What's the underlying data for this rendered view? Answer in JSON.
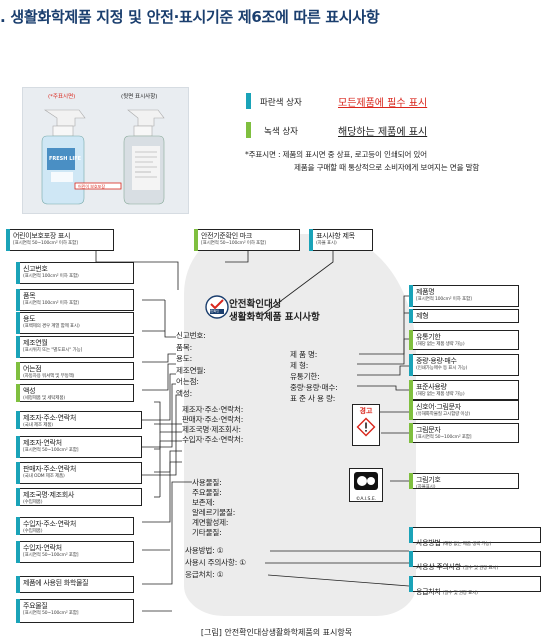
{
  "title": ". 생활화학제품 지정 및 안전·표시기준 제6조에 따른 표시사항",
  "photo": {
    "front_caption": "(*주표시면)",
    "back_caption": "(뒷면 표시사항)",
    "bottle_brand": "FRESH LIFE",
    "sticker": "어린이 보호포장"
  },
  "legend": {
    "blue_label": "파란색 상자",
    "blue_text": "모든제품에 필수 표시",
    "green_label": "녹색 상자",
    "green_text": "해당하는 제품에 표시",
    "note_line1": "*주표시면 : 제품의 표시면 중 상표, 로고등이 인쇄되어 있어",
    "note_line2": "제품을 구매할 때 통상적으로 소비자에게 보여지는 면을 말함"
  },
  "colors": {
    "blue_box": "#1aa3b8",
    "green_box": "#7fbf3f",
    "red_text": "#d9261c",
    "title": "#1a3e6e"
  },
  "top_boxes": {
    "child_pack": {
      "title": "어린이보호포장 표시",
      "sub": "[표시면적 50~100cm² 이하 포함]"
    },
    "mark": {
      "title": "안전기준확인 마크",
      "sub": "[표시면적 50~100cm² 이하 포함]"
    },
    "heading": {
      "title": "표시사항 제목",
      "sub": "(자율 표시)"
    }
  },
  "left_boxes": [
    {
      "title": "신고번호",
      "sub": "(표시면적 100cm² 이하 포함)"
    },
    {
      "title": "품목",
      "sub": "[표시면적 100cm² 이하 포함]"
    },
    {
      "title": "용도",
      "sub": "(표백제의 경우 계열 함께 표시)"
    },
    {
      "title": "제조연월",
      "sub": "[표시위치 또는 \"별도표시\" 가능]"
    },
    {
      "title": "어는점",
      "sub": "(자동차용 워셔액 및 부동액)"
    },
    {
      "title": "액성",
      "sub": "(세정제품 및 세탁제품)"
    },
    {
      "title": "제조자·주소·연락처",
      "sub": "(국내 제조 제품)"
    },
    {
      "title": "제조자·연락처",
      "sub": "[표시면적 50~100cm² 포함]"
    },
    {
      "title": "판매자·주소·연락처",
      "sub": "(국내 ODM 제조 제품)"
    },
    {
      "title": "제조국명·제조회사",
      "sub": "(수입제품)"
    },
    {
      "title": "수입자·주소·연락처",
      "sub": "(수입제품)"
    },
    {
      "title": "수입자·연락처",
      "sub": "[표시면적 50~100cm² 포함]"
    },
    {
      "title": "제품에 사용된 화학물질",
      "sub": ""
    },
    {
      "title": "주요물질",
      "sub": "[표시면적 50~100cm² 포함]"
    }
  ],
  "right_boxes": [
    {
      "title": "제품명",
      "sub": "[표시면적 100cm² 이하 포함]"
    },
    {
      "title": "제형",
      "sub": ""
    },
    {
      "title": "유통기한",
      "sub": "(해당 없는 제품 생략 가능)"
    },
    {
      "title": "중량·용량·매수",
      "sub": "(인쇄가능매수 등 표시 가능)"
    },
    {
      "title": "표준사용량",
      "sub": "(해당 없는 제품 생략 가능)"
    },
    {
      "title": "신호어·그림문자",
      "sub": "(유해화학물질 고시함량 이상)"
    },
    {
      "title": "그림문자",
      "sub": "[표시면적 50~100cm² 포함]"
    },
    {
      "title": "그림기호",
      "sub": "(자율표시)"
    },
    {
      "title": "사용방법",
      "sub": "(해당 없는 제품 생략 가능)"
    },
    {
      "title": "사용상 주의사항",
      "sub": "(필수 및 권장 표시)"
    },
    {
      "title": "응급처치",
      "sub": "(필수 및 권장 표시)"
    }
  ],
  "panel": {
    "heading1": "안전확인대상",
    "heading2": "생활화학제품 표시사항",
    "mark_text": "안전확인",
    "warning_word": "경고",
    "aise": "©A.I.S.E.",
    "left_fields": [
      "신고번호:",
      "품목:",
      "용도:",
      "제조연월:",
      "어는점:",
      "액성:"
    ],
    "right_fields": [
      "제 품 명:",
      "제    형:",
      "유통기한:",
      "중량·용량·매수:",
      "표 준 사 용 량:"
    ],
    "maker_fields": [
      "제조자·주소·연락처:",
      "판매자·주소·연락처:",
      "제조국명·제조회사:",
      "수입자·주소·연락처:"
    ],
    "substance_fields": [
      "사용물질:",
      "주요물질:",
      "보존제:",
      "알레르기물질:",
      "계면활성제:",
      "기타물질:"
    ],
    "usage_fields": [
      "사용방법: ①",
      "사용시 주의사항: ①",
      "응급처치: ①"
    ]
  },
  "caption": "[그림] 안전확인대상생활화학제품의 표시항목"
}
